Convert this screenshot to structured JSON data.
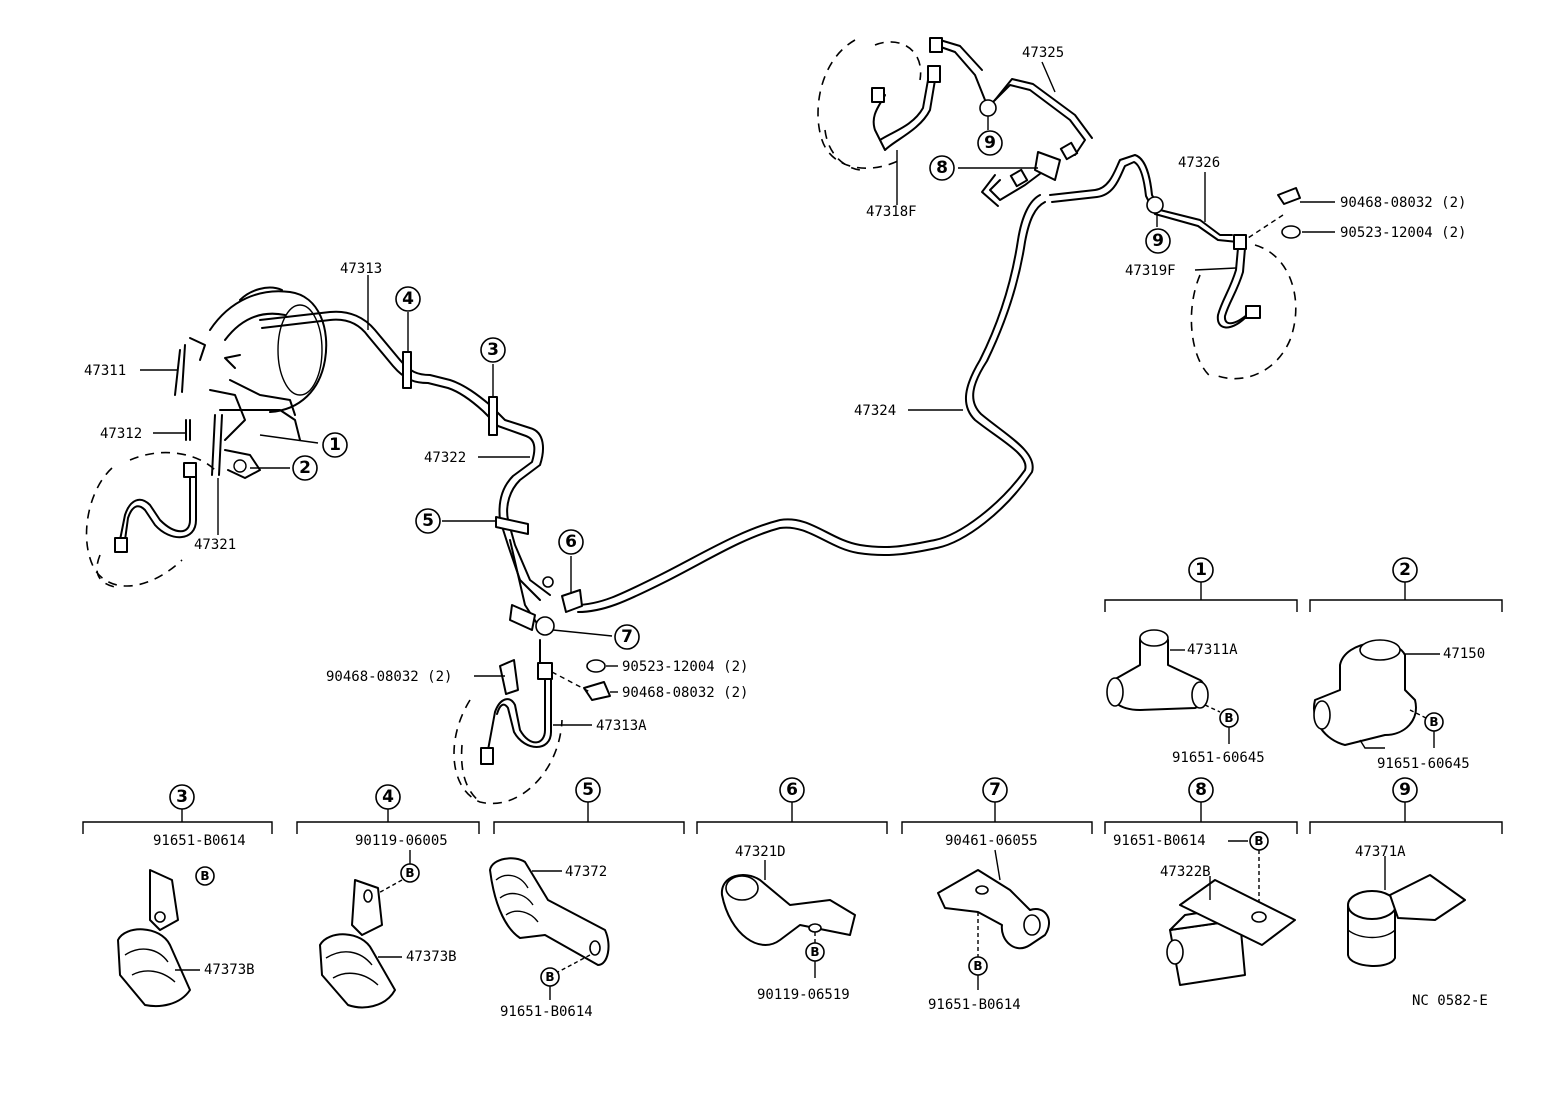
{
  "callout_marker": "B",
  "main_labels": [
    {
      "id": "47325",
      "text": "47325"
    },
    {
      "id": "47318f",
      "text": "47318F"
    },
    {
      "id": "47326",
      "text": "47326"
    },
    {
      "id": "90468-r",
      "text": "90468-08032 (2)"
    },
    {
      "id": "90523-r",
      "text": "90523-12004 (2)"
    },
    {
      "id": "47319f",
      "text": "47319F"
    },
    {
      "id": "47313",
      "text": "47313"
    },
    {
      "id": "47311",
      "text": "47311"
    },
    {
      "id": "47312",
      "text": "47312"
    },
    {
      "id": "47321",
      "text": "47321"
    },
    {
      "id": "47322",
      "text": "47322"
    },
    {
      "id": "47324",
      "text": "47324"
    },
    {
      "id": "90468-l",
      "text": "90468-08032 (2)"
    },
    {
      "id": "90523-m",
      "text": "90523-12004 (2)"
    },
    {
      "id": "90468-m",
      "text": "90468-08032 (2)"
    },
    {
      "id": "47313a",
      "text": "47313A"
    }
  ],
  "main_callouts": [
    {
      "id": "c9a",
      "num": "9"
    },
    {
      "id": "c8",
      "num": "8"
    },
    {
      "id": "c9b",
      "num": "9"
    },
    {
      "id": "c4",
      "num": "4"
    },
    {
      "id": "c3",
      "num": "3"
    },
    {
      "id": "c1",
      "num": "1"
    },
    {
      "id": "c2",
      "num": "2"
    },
    {
      "id": "c5",
      "num": "5"
    },
    {
      "id": "c6",
      "num": "6"
    },
    {
      "id": "c7",
      "num": "7"
    }
  ],
  "detail_panels": [
    {
      "num": "1",
      "labels": [
        "47311A",
        "91651-60645"
      ]
    },
    {
      "num": "2",
      "labels": [
        "47150",
        "91651-60645"
      ]
    },
    {
      "num": "3",
      "labels": [
        "91651-B0614",
        "47373B"
      ]
    },
    {
      "num": "4",
      "labels": [
        "90119-06005",
        "47373B"
      ]
    },
    {
      "num": "5",
      "labels": [
        "47372",
        "91651-B0614"
      ]
    },
    {
      "num": "6",
      "labels": [
        "47321D",
        "90119-06519"
      ]
    },
    {
      "num": "7",
      "labels": [
        "90461-06055",
        "91651-B0614"
      ]
    },
    {
      "num": "8",
      "labels": [
        "91651-B0614",
        "47322B"
      ]
    },
    {
      "num": "9",
      "labels": [
        "47371A"
      ]
    }
  ],
  "diagram_code": "NC  0582-E"
}
